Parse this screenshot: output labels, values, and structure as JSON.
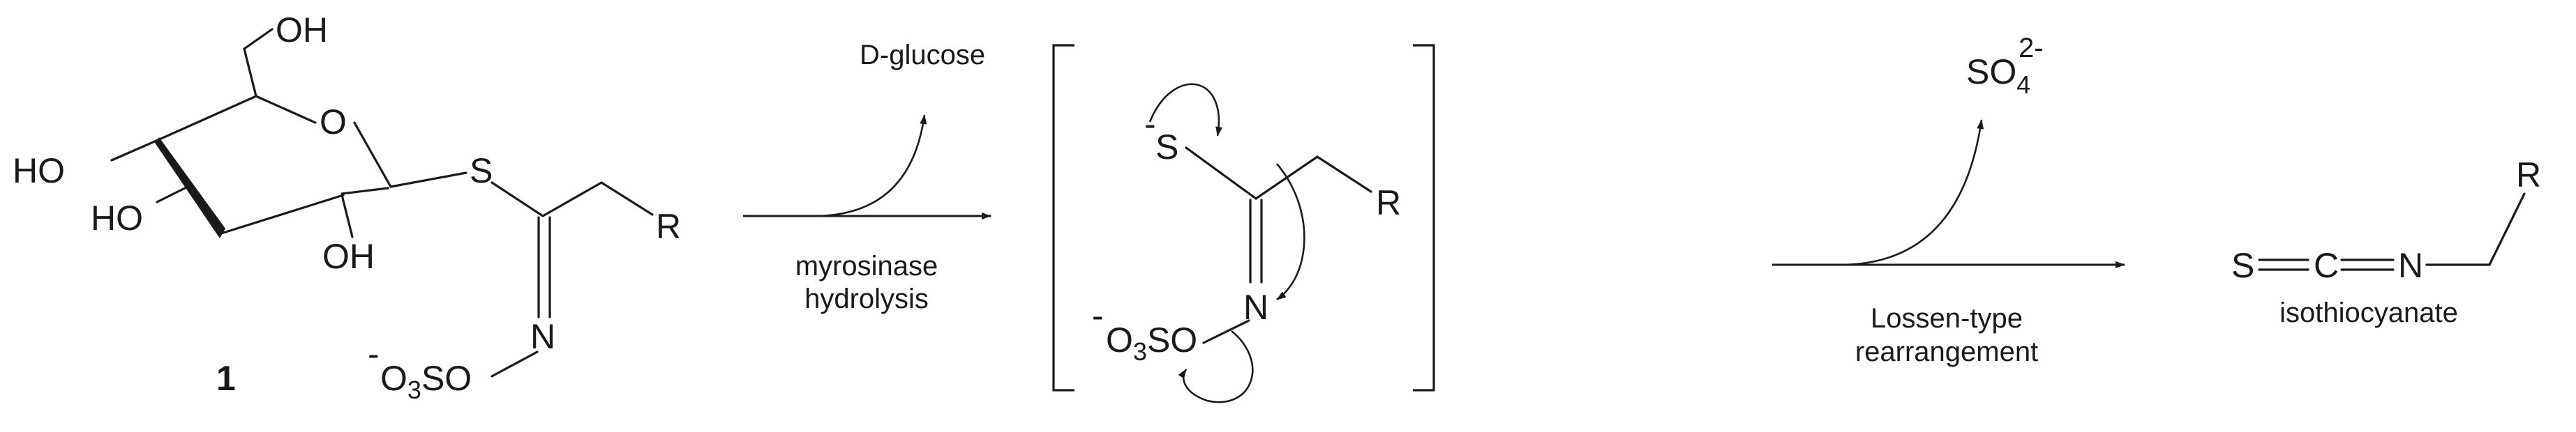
{
  "compound_label": "1",
  "glucosinolate": {
    "oh_6": "OH",
    "ring_o": "O",
    "ho_4": "HO",
    "ho_3": "HO",
    "oh_2": "OH",
    "s": "S",
    "r": "R",
    "n": "N",
    "osulfonate": "O3SO",
    "charge": "-"
  },
  "step1": {
    "byproduct": "D-glucose",
    "label_line1": "myrosinase",
    "label_line2": "hydrolysis"
  },
  "intermediate": {
    "s": "S",
    "s_charge": "-",
    "r": "R",
    "n": "N",
    "osulfonate": "O3SO",
    "charge": "-"
  },
  "step2": {
    "byproduct": "SO4",
    "byproduct_charge": "2-",
    "label_line1": "Lossen-type",
    "label_line2": "rearrangement"
  },
  "product": {
    "s": "S",
    "c": "C",
    "n": "N",
    "r": "R",
    "name": "isothiocyanate"
  }
}
